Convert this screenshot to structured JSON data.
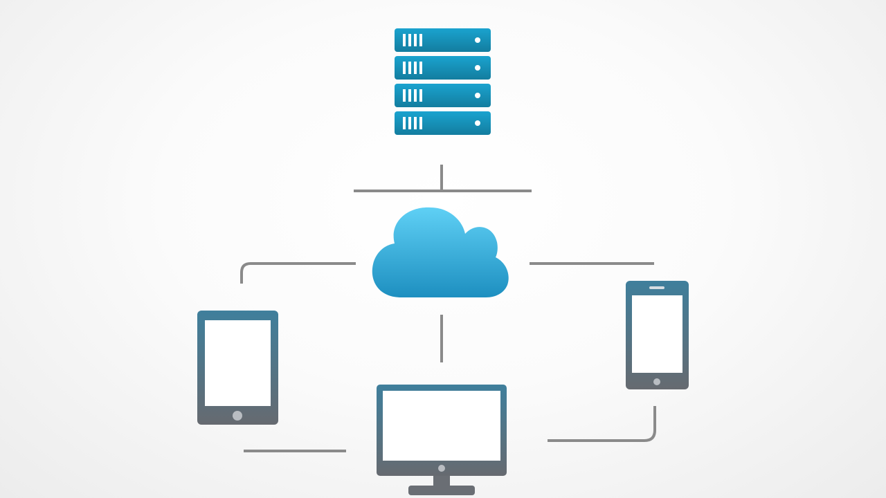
{
  "colors": {
    "server_top": "#1aa3cf",
    "server_bottom": "#137d9f",
    "cloud_top": "#5fd0f5",
    "cloud_bottom": "#1d8fc0",
    "device_top": "#3f7f9c",
    "device_bottom": "#666a70",
    "connector": "#8a8a8a",
    "screen": "#ffffff"
  },
  "nodes": [
    {
      "id": "server",
      "icon": "server-rack-icon",
      "units": 4
    },
    {
      "id": "cloud",
      "icon": "cloud-icon"
    },
    {
      "id": "tablet",
      "icon": "tablet-icon"
    },
    {
      "id": "desktop",
      "icon": "monitor-icon"
    },
    {
      "id": "phone",
      "icon": "smartphone-icon"
    }
  ],
  "edges": [
    {
      "from": "server",
      "to": "cloud"
    },
    {
      "from": "cloud",
      "to": "tablet"
    },
    {
      "from": "cloud",
      "to": "phone"
    },
    {
      "from": "cloud",
      "to": "desktop"
    },
    {
      "from": "tablet",
      "to": "desktop"
    },
    {
      "from": "phone",
      "to": "desktop"
    }
  ]
}
